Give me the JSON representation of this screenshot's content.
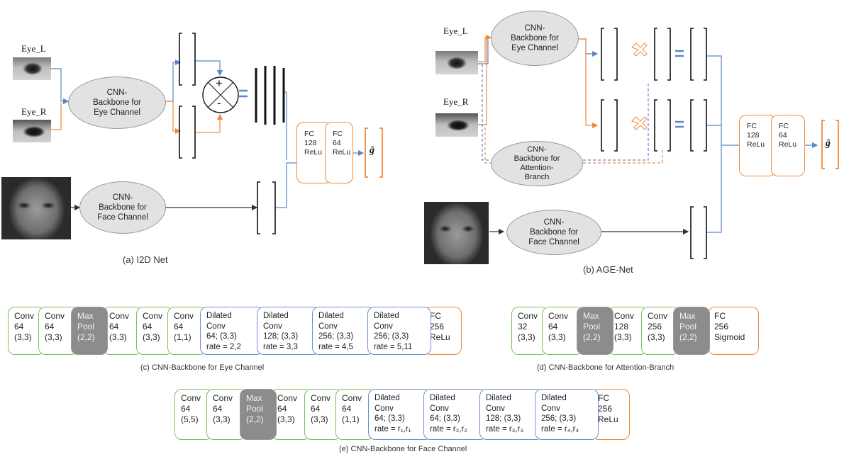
{
  "panel_a": {
    "eye_l_label": "Eye_L",
    "eye_r_label": "Eye_R",
    "eye_backbone": "CNN-\nBackbone for\nEye Channel",
    "face_backbone": "CNN-\nBackbone for\nFace Channel",
    "op_plus": "+",
    "op_minus": "-",
    "fc1": "FC\n128\nReLu",
    "fc2": "FC\n64\nReLu",
    "output": "ĝ",
    "caption": "(a) I2D Net"
  },
  "panel_b": {
    "eye_l_label": "Eye_L",
    "eye_r_label": "Eye_R",
    "eye_backbone": "CNN-\nBackbone for\nEye Channel",
    "attention_backbone": "CNN-\nBackbone for\nAttention-\nBranch",
    "face_backbone": "CNN-\nBackbone for\nFace Channel",
    "fc1": "FC\n128\nReLu",
    "fc2": "FC\n64\nReLu",
    "output": "ĝ",
    "caption": "(b) AGE-Net"
  },
  "panel_c": {
    "layers": [
      {
        "kind": "conv",
        "text": "Conv\n64\n(3,3)"
      },
      {
        "kind": "conv",
        "text": "Conv\n64\n(3,3)"
      },
      {
        "kind": "pool",
        "text": "Max\nPool\n(2,2)"
      },
      {
        "kind": "conv",
        "text": "Conv\n64\n(3,3)"
      },
      {
        "kind": "conv",
        "text": "Conv\n64\n(3,3)"
      },
      {
        "kind": "conv",
        "text": "Conv\n64\n(1,1)"
      },
      {
        "kind": "dilated",
        "text": "Dilated\nConv\n64; (3,3)\nrate = 2,2"
      },
      {
        "kind": "dilated",
        "text": "Dilated\nConv\n128;  (3,3)\nrate = 3,3"
      },
      {
        "kind": "dilated",
        "text": "Dilated\nConv\n256;  (3,3)\nrate = 4,5"
      },
      {
        "kind": "dilated",
        "text": "Dilated\nConv\n256;  (3,3)\nrate = 5,11"
      },
      {
        "kind": "fc",
        "text": "FC\n256\nReLu"
      }
    ],
    "caption": "(c) CNN-Backbone for Eye Channel"
  },
  "panel_d": {
    "layers": [
      {
        "kind": "conv",
        "text": "Conv\n32\n(3,3)"
      },
      {
        "kind": "conv",
        "text": "Conv\n64\n(3,3)"
      },
      {
        "kind": "pool",
        "text": "Max\nPool\n(2,2)"
      },
      {
        "kind": "conv",
        "text": "Conv\n128\n(3,3)"
      },
      {
        "kind": "conv",
        "text": "Conv\n256\n(3,3)"
      },
      {
        "kind": "pool",
        "text": "Max\nPool\n(2,2)"
      },
      {
        "kind": "fc",
        "text": "FC\n256\nSigmoid"
      }
    ],
    "caption": "(d) CNN-Backbone for Attention-Branch"
  },
  "panel_e": {
    "layers": [
      {
        "kind": "conv",
        "text": "Conv\n64\n(5,5)"
      },
      {
        "kind": "conv",
        "text": "Conv\n64\n(3,3)"
      },
      {
        "kind": "pool",
        "text": "Max\nPool\n(2,2)"
      },
      {
        "kind": "conv",
        "text": "Conv\n64\n(3,3)"
      },
      {
        "kind": "conv",
        "text": "Conv\n64\n(3,3)"
      },
      {
        "kind": "conv",
        "text": "Conv\n64\n(1,1)"
      },
      {
        "kind": "dilated",
        "text": "Dilated\nConv\n64; (3,3)\nrate = r₁,r₁"
      },
      {
        "kind": "dilated",
        "text": "Dilated\nConv\n64; (3,3)\nrate = r₂,r₂"
      },
      {
        "kind": "dilated",
        "text": "Dilated\nConv\n128; (3,3)\nrate = r₃,r₃"
      },
      {
        "kind": "dilated",
        "text": "Dilated\nConv\n256;  (3,3)\nrate = r₄,r₄"
      },
      {
        "kind": "fc",
        "text": "FC\n256\nReLu"
      }
    ],
    "caption": "(e) CNN-Backbone for Face Channel"
  },
  "colors": {
    "blue": "#5b86c9",
    "orange": "#f08a3c",
    "green": "#7cc25a",
    "pool": "#8c8c8c",
    "ellipse": "#e2e2e2"
  }
}
